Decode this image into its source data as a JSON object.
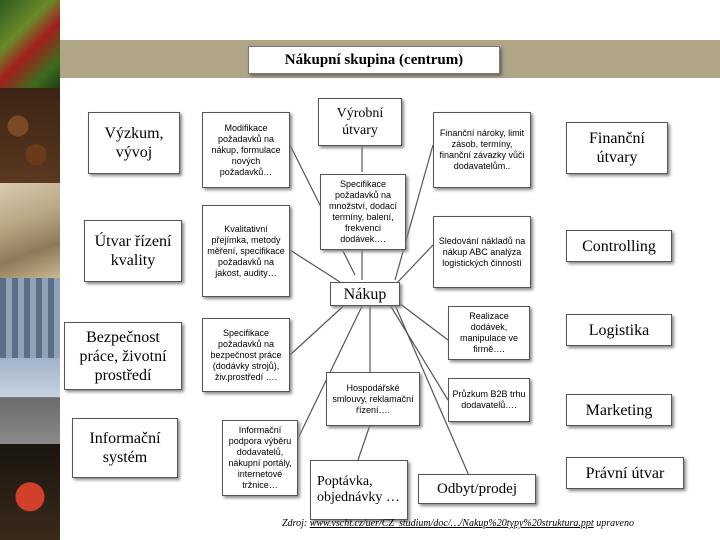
{
  "title": "Nákupní skupina (centrum)",
  "center": "Nákup",
  "left_units": [
    "Výzkum, vývoj",
    "Útvar řízení kvality",
    "Bezpečnost práce, životní prostředí",
    "Informační systém"
  ],
  "left_descriptions": [
    "Modifikace požadavků na nákup, formulace nových požadavků…",
    "Kvalitativní přejímka, metody měření, specifikace požadavků na jakost, audity…",
    "Specifikace požadavků na bezpečnost práce (dodávky strojů), živ.prostředí ….",
    "Informační podpora výběru dodavatelů, nákupní portály, internetové tržnice…"
  ],
  "production": {
    "title": "Výrobní útvary",
    "description": "Specifikace požadavků na množství, dodací termíny, balení, frekvenci dodávek…."
  },
  "right_descriptions": [
    "Finanční nároky, limit zásob, termíny, finanční závazky vůči dodavatelům..",
    "Sledování nákladů na nákup ABC analýza logistických činností",
    "Realizace dodávek, manipulace ve firmě….",
    "Průzkum B2B trhu dodavatelů…."
  ],
  "right_units": [
    "Finanční útvary",
    "Controlling",
    "Logistika",
    "Marketing",
    "Právní útvar"
  ],
  "contracts": "Hospodářské smlouvy, reklamační řízení….",
  "inquiry": "Poptávka, objednávky …",
  "sales": "Odbyt/prodej",
  "source_prefix": "Zdroj: ",
  "source_link": "www.vscht.cz/uer/CZ_studium/doc/…/Nakup%20typy%20struktura.ppt",
  "source_suffix": " upraveno",
  "colors": {
    "tan_band": "#b1a588",
    "box_border": "#555555"
  }
}
